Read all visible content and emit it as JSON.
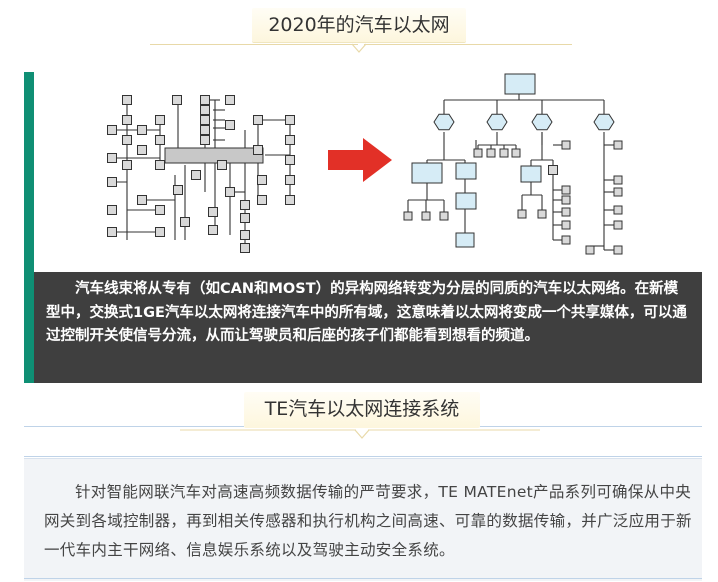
{
  "heading1": {
    "text": "2020年的汽车以太网"
  },
  "caption": {
    "text": "汽车线束将从专有（如CAN和MOST）的异构网络转变为分层的同质的汽车以太网络。在新模型中，交换式1GE汽车以太网将连接汽车中的所有域，这意味着以太网将变成一个共享媒体，可以通过控制开关使信号分流，从而让驾驶员和后座的孩子们都能看到想看的频道。"
  },
  "heading2": {
    "text": "TE汽车以太网连接系统"
  },
  "body": {
    "text": "针对智能网联汽车对高速高频数据传输的严苛要求，TE MATEnet产品系列可确保从中央网关到各域控制器，再到相关传感器和执行机构之间高速、可靠的数据传输，并广泛应用于新一代车内主干网络、信息娱乐系统以及驾驶主动安全系统。"
  },
  "colors": {
    "accent_green": "#0f8f74",
    "arrow_red": "#e23027",
    "node_blue": "#d6ecf6",
    "caption_bg": "#3f3f3f"
  }
}
